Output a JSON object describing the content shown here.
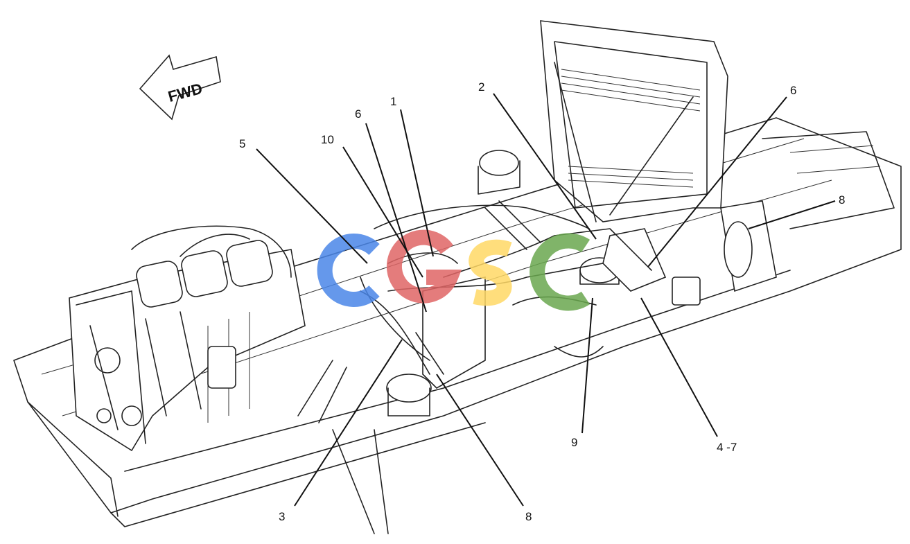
{
  "direction_label": "FWD",
  "callouts": {
    "c1": "1",
    "c2": "2",
    "c3": "3",
    "c4_7": "4 -7",
    "c5": "5",
    "c6_left": "6",
    "c6_right": "6",
    "c8_bottom": "8",
    "c8_right": "8",
    "c9": "9",
    "c10": "10"
  },
  "watermark": {
    "letters": "CGSC",
    "colors": [
      "#4a86e8",
      "#e06666",
      "#ffd966",
      "#6aa84f"
    ]
  },
  "colors": {
    "ink": "#111111",
    "background": "#ffffff"
  }
}
